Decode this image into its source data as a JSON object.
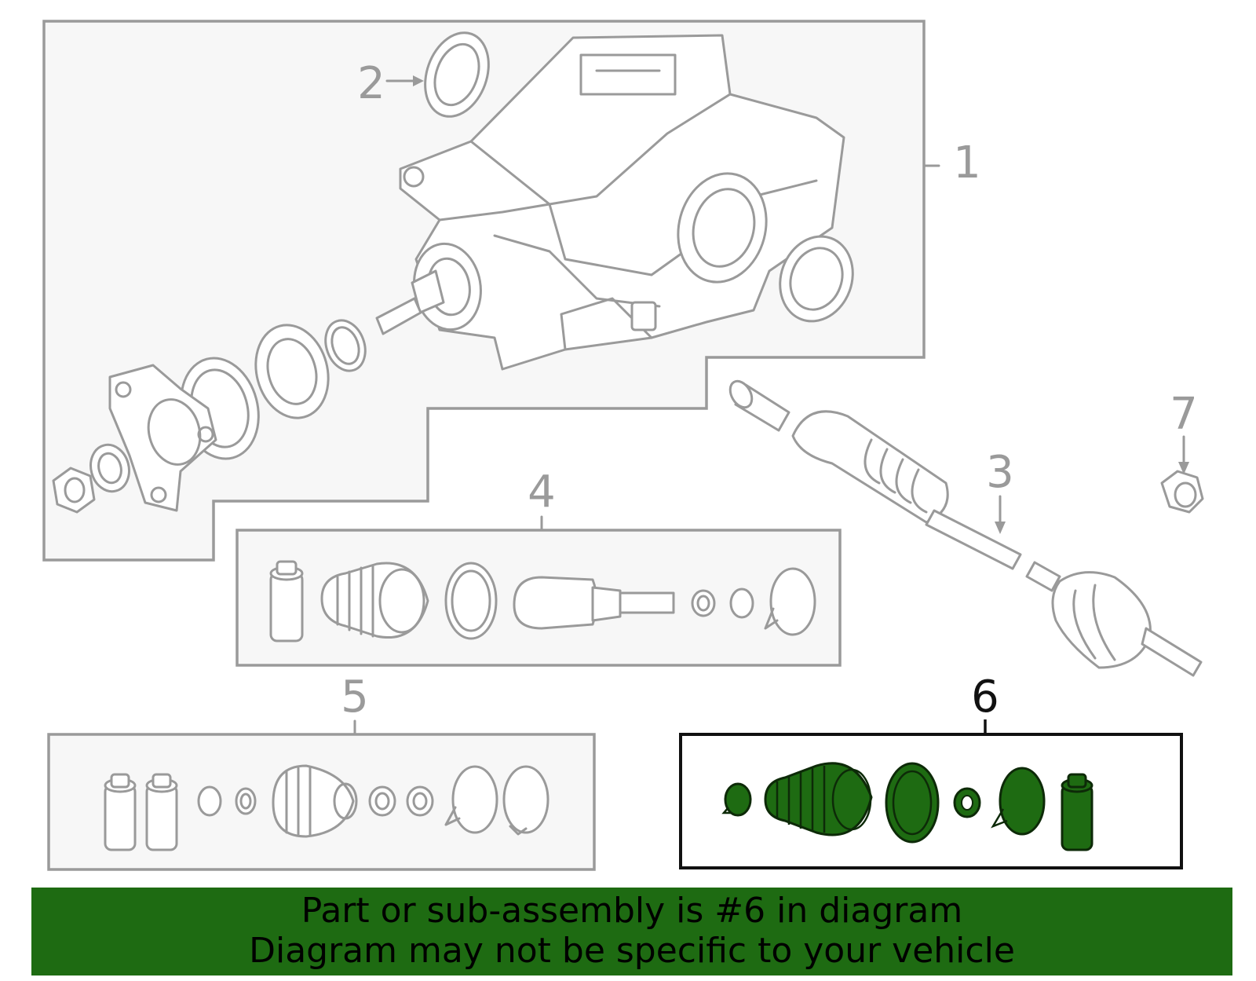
{
  "diagram": {
    "callouts": {
      "c1": "1",
      "c2": "2",
      "c3": "3",
      "c4": "4",
      "c5": "5",
      "c6": "6",
      "c7": "7"
    },
    "highlighted_callout": "6",
    "colors": {
      "highlight": "#1e6b12",
      "line": "#9a9a9a",
      "panel": "#f7f7f7",
      "active_outline": "#111111"
    }
  },
  "banner": {
    "line1": "Part or sub-assembly is #6 in diagram",
    "line2": "Diagram may not be specific to your vehicle"
  }
}
